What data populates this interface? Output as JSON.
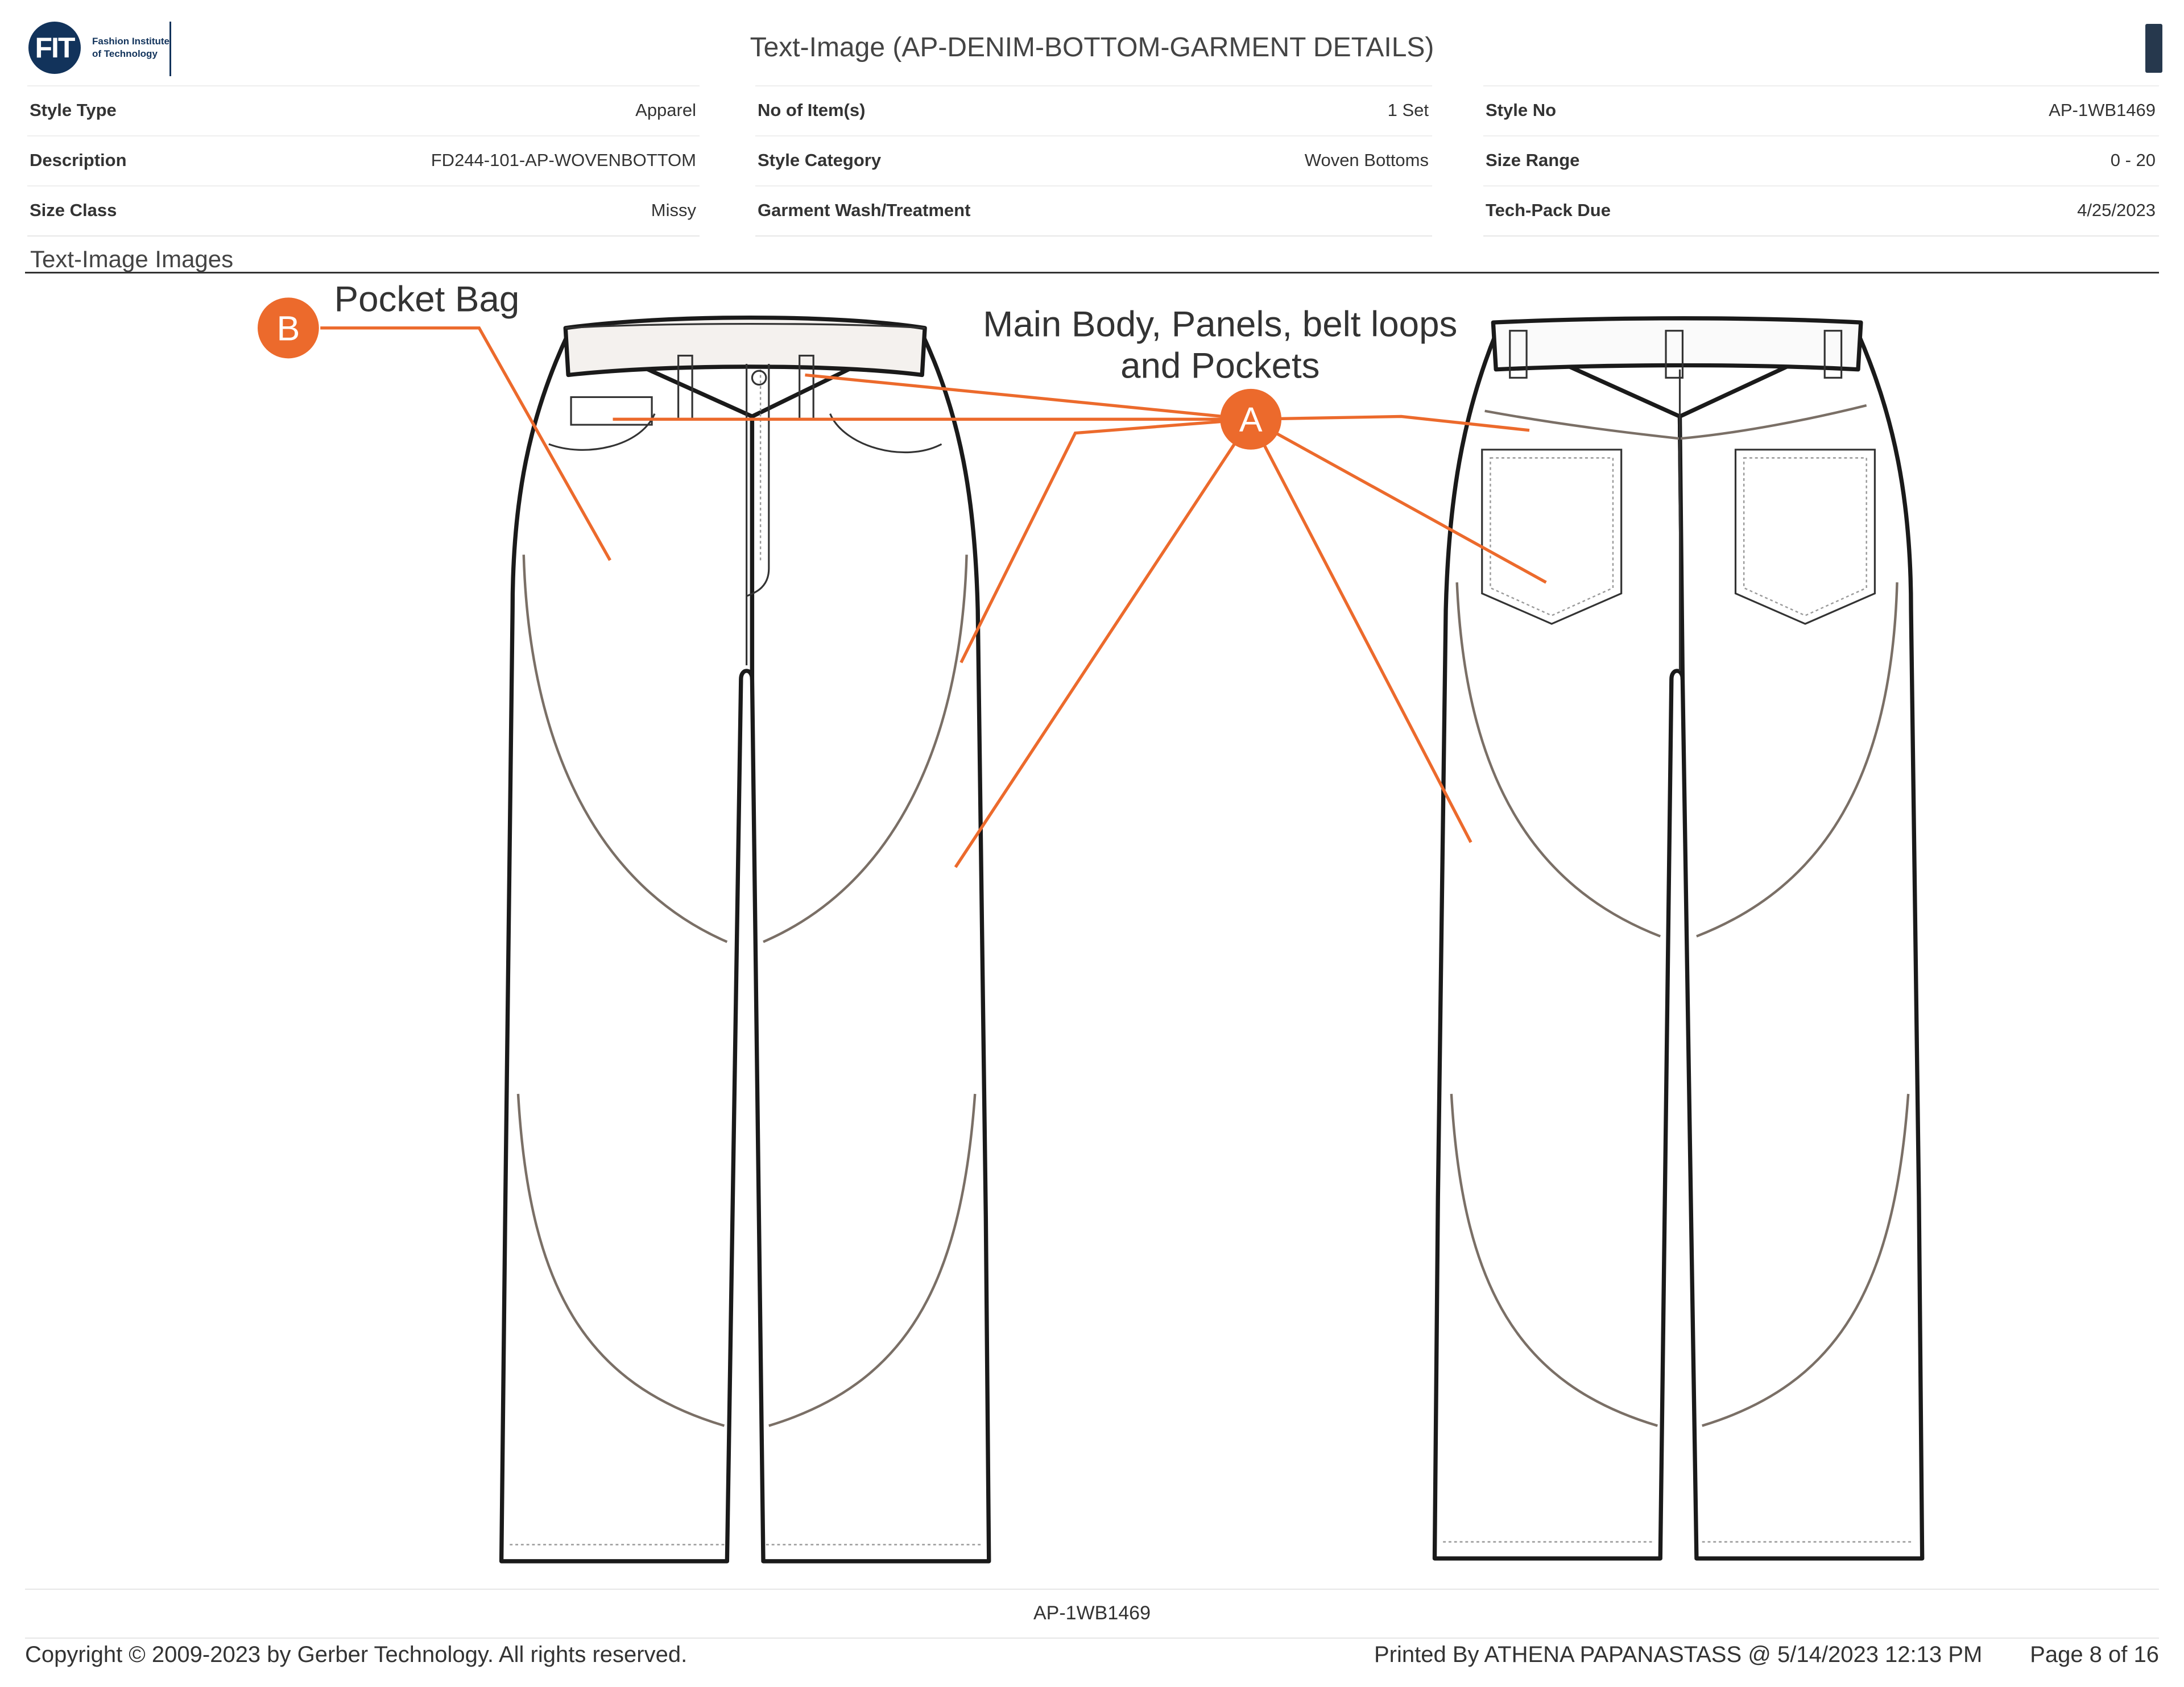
{
  "header": {
    "logo": {
      "mark": "FIT",
      "line1": "Fashion Institute",
      "line2": "of Technology"
    },
    "title": "Text-Image (AP-DENIM-BOTTOM-GARMENT DETAILS)"
  },
  "meta": {
    "col1": [
      {
        "label": "Style Type",
        "value": "Apparel"
      },
      {
        "label": "Description",
        "value": "FD244-101-AP-WOVENBOTTOM"
      },
      {
        "label": "Size Class",
        "value": "Missy"
      }
    ],
    "col2": [
      {
        "label": "No of Item(s)",
        "value": "1 Set"
      },
      {
        "label": "Style Category",
        "value": "Woven Bottoms"
      },
      {
        "label": "Garment Wash/Treatment",
        "value": ""
      }
    ],
    "col3": [
      {
        "label": "Style No",
        "value": "AP-1WB1469"
      },
      {
        "label": "Size Range",
        "value": "0 - 20"
      },
      {
        "label": "Tech-Pack Due",
        "value": "4/25/2023"
      }
    ]
  },
  "section": {
    "title": "Text-Image Images"
  },
  "sketch": {
    "callout_a": {
      "marker": "A",
      "text_line1": "Main Body, Panels, belt loops",
      "text_line2": "and Pockets"
    },
    "callout_b": {
      "marker": "B",
      "text": "Pocket Bag"
    },
    "accent_color": "#ec6a2c"
  },
  "footer": {
    "style_id": "AP-1WB1469",
    "copyright": "Copyright © 2009-2023 by Gerber Technology. All rights reserved.",
    "printed_by": "Printed By ATHENA PAPANASTASS @ 5/14/2023 12:13 PM",
    "page": "Page 8 of 16"
  }
}
